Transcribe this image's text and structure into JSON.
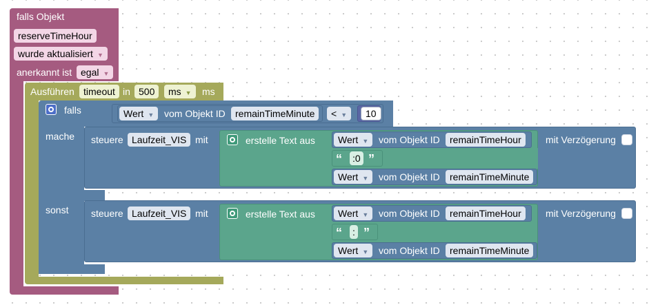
{
  "colors": {
    "event_block": "#a55b80",
    "timeout_block": "#a5a95b",
    "logic_block": "#5b80a5",
    "text_block": "#5ba58c",
    "workspace": "#ffffff"
  },
  "trigger": {
    "title": "falls Objekt",
    "object_id": "reserveTimeHour",
    "event_option": "wurde aktualisiert",
    "ack_label": "anerkannt ist",
    "ack_option": "egal"
  },
  "timeout": {
    "label": "Ausführen",
    "name": "timeout",
    "in_label": "in",
    "delay": "500",
    "unit_option": "ms",
    "unit_suffix": "ms"
  },
  "if_block": {
    "if_label": "falls",
    "then_label": "mache",
    "else_label": "sonst",
    "condition": {
      "value_option": "Wert",
      "from_object_label": "vom Objekt ID",
      "object_id": "remainTimeMinute",
      "operator": "<",
      "number": "10"
    }
  },
  "then_action": {
    "control_label": "steuere",
    "target": "Laufzeit_VIS",
    "with_label": "mit",
    "delay_label": "mit Verzögerung",
    "text_join_label": "erstelle Text aus",
    "items": [
      {
        "value_option": "Wert",
        "from_object_label": "vom Objekt ID",
        "object_id": "remainTimeHour"
      },
      {
        "text": ":0"
      },
      {
        "value_option": "Wert",
        "from_object_label": "vom Objekt ID",
        "object_id": "remainTimeMinute"
      }
    ]
  },
  "else_action": {
    "control_label": "steuere",
    "target": "Laufzeit_VIS",
    "with_label": "mit",
    "delay_label": "mit Verzögerung",
    "text_join_label": "erstelle Text aus",
    "items": [
      {
        "value_option": "Wert",
        "from_object_label": "vom Objekt ID",
        "object_id": "remainTimeHour"
      },
      {
        "text": ":"
      },
      {
        "value_option": "Wert",
        "from_object_label": "vom Objekt ID",
        "object_id": "remainTimeMinute"
      }
    ]
  },
  "glyphs": {
    "dropdown_arrow": "▼",
    "quote_open": "“",
    "quote_close": "”"
  }
}
